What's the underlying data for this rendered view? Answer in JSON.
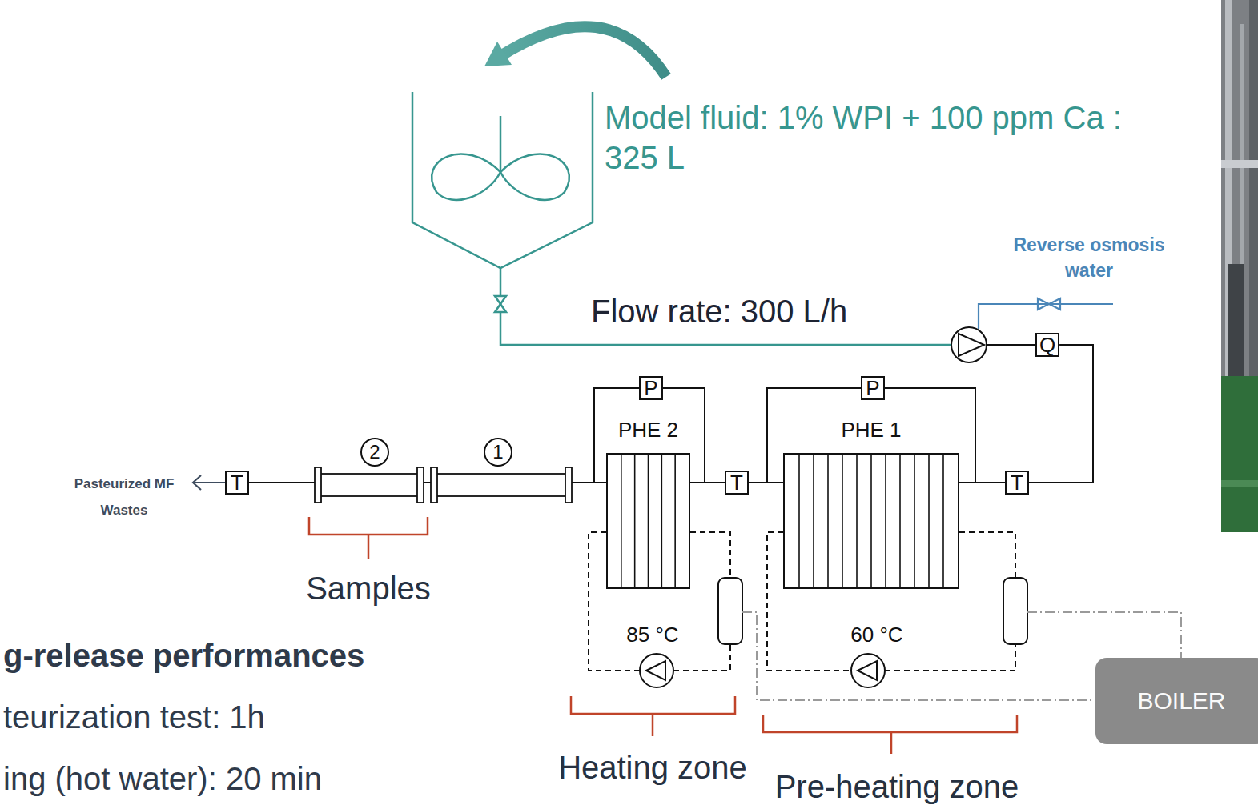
{
  "diagram": {
    "nodes": [
      {
        "text": [
          "Q"
        ]
      },
      {
        "text": [
          "P"
        ]
      },
      {
        "text": [
          "P"
        ]
      },
      {
        "text": [
          "T"
        ]
      },
      {
        "text": [
          "PHE 2"
        ]
      },
      {
        "text": [
          "T"
        ]
      },
      {
        "text": [
          "PHE 1"
        ]
      },
      {
        "text": [
          "T"
        ]
      },
      {
        "text": [
          "BOILER"
        ]
      }
    ],
    "edges": [
      {
        "from": 0,
        "to": 7,
        "arrow": "none"
      },
      {
        "from": 7,
        "to": 6,
        "arrow": "none"
      },
      {
        "from": 6,
        "to": 5,
        "arrow": "none"
      },
      {
        "from": 5,
        "to": 4,
        "arrow": "none"
      },
      {
        "from": 4,
        "to": 3,
        "arrow": "none"
      }
    ],
    "labels": [
      "Model fluid: 1% WPI + 100 ppm Ca : 325 L",
      "Reverse osmosis water",
      "Flow rate: 300 L/h",
      "2",
      "1",
      "Pasteurized MF Wastes",
      "Samples",
      "85 °C",
      "60 °C",
      "g-release performances",
      "teurization test: 1h",
      "ing (hot water): 20 min",
      "Heating zone",
      "Pre-heating zone"
    ]
  }
}
